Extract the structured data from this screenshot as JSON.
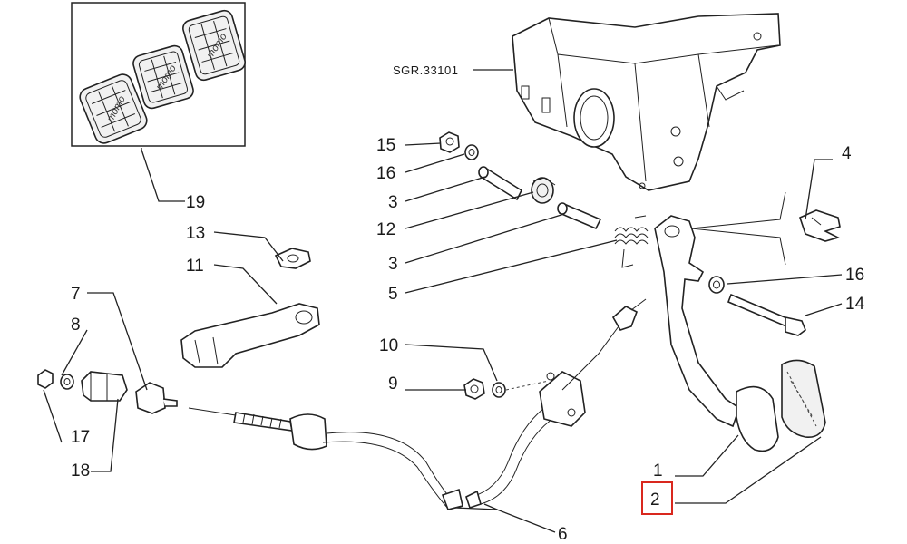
{
  "reference_code": "SGR.33101",
  "pad_brand": "momo",
  "highlight_color": "#d9281e",
  "callouts": {
    "c1": "1",
    "c2": "2",
    "c3a": "3",
    "c3b": "3",
    "c4": "4",
    "c5": "5",
    "c6": "6",
    "c7": "7",
    "c8": "8",
    "c9": "9",
    "c10": "10",
    "c11": "11",
    "c12": "12",
    "c13": "13",
    "c14": "14",
    "c15": "15",
    "c16a": "16",
    "c16b": "16",
    "c17": "17",
    "c18": "18",
    "c19": "19"
  },
  "highlighted_callout": "2"
}
